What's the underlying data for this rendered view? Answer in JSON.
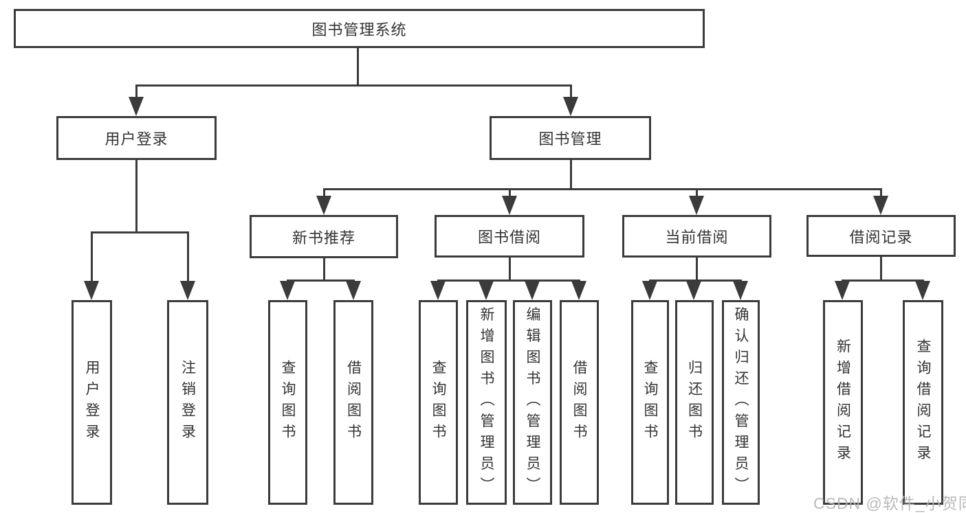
{
  "diagram": {
    "root": "图书管理系统",
    "level2": {
      "user_login": "用户登录",
      "book_mgmt": "图书管理"
    },
    "level3": {
      "new_books": "新书推荐",
      "borrow": "图书借阅",
      "current": "当前借阅",
      "records": "借阅记录"
    },
    "leaves": {
      "user_login_1": "用户登录",
      "user_login_2": "注销登录",
      "new_books_1": "查询图书",
      "new_books_2": "借阅图书",
      "borrow_1": "查询图书",
      "borrow_2": "新增图书（管理员）",
      "borrow_3": "编辑图书（管理员）",
      "borrow_4": "借阅图书",
      "current_1": "查询图书",
      "current_2": "归还图书",
      "current_3": "确认归还（管理员）",
      "records_1": "新增借阅记录",
      "records_2": "查询借阅记录"
    }
  },
  "watermark": "CSDN @软件_小贺同学",
  "colors": {
    "line": "#3b3b3b",
    "text": "#333333",
    "watermark": "#b6b6b6",
    "background": "#ffffff"
  }
}
